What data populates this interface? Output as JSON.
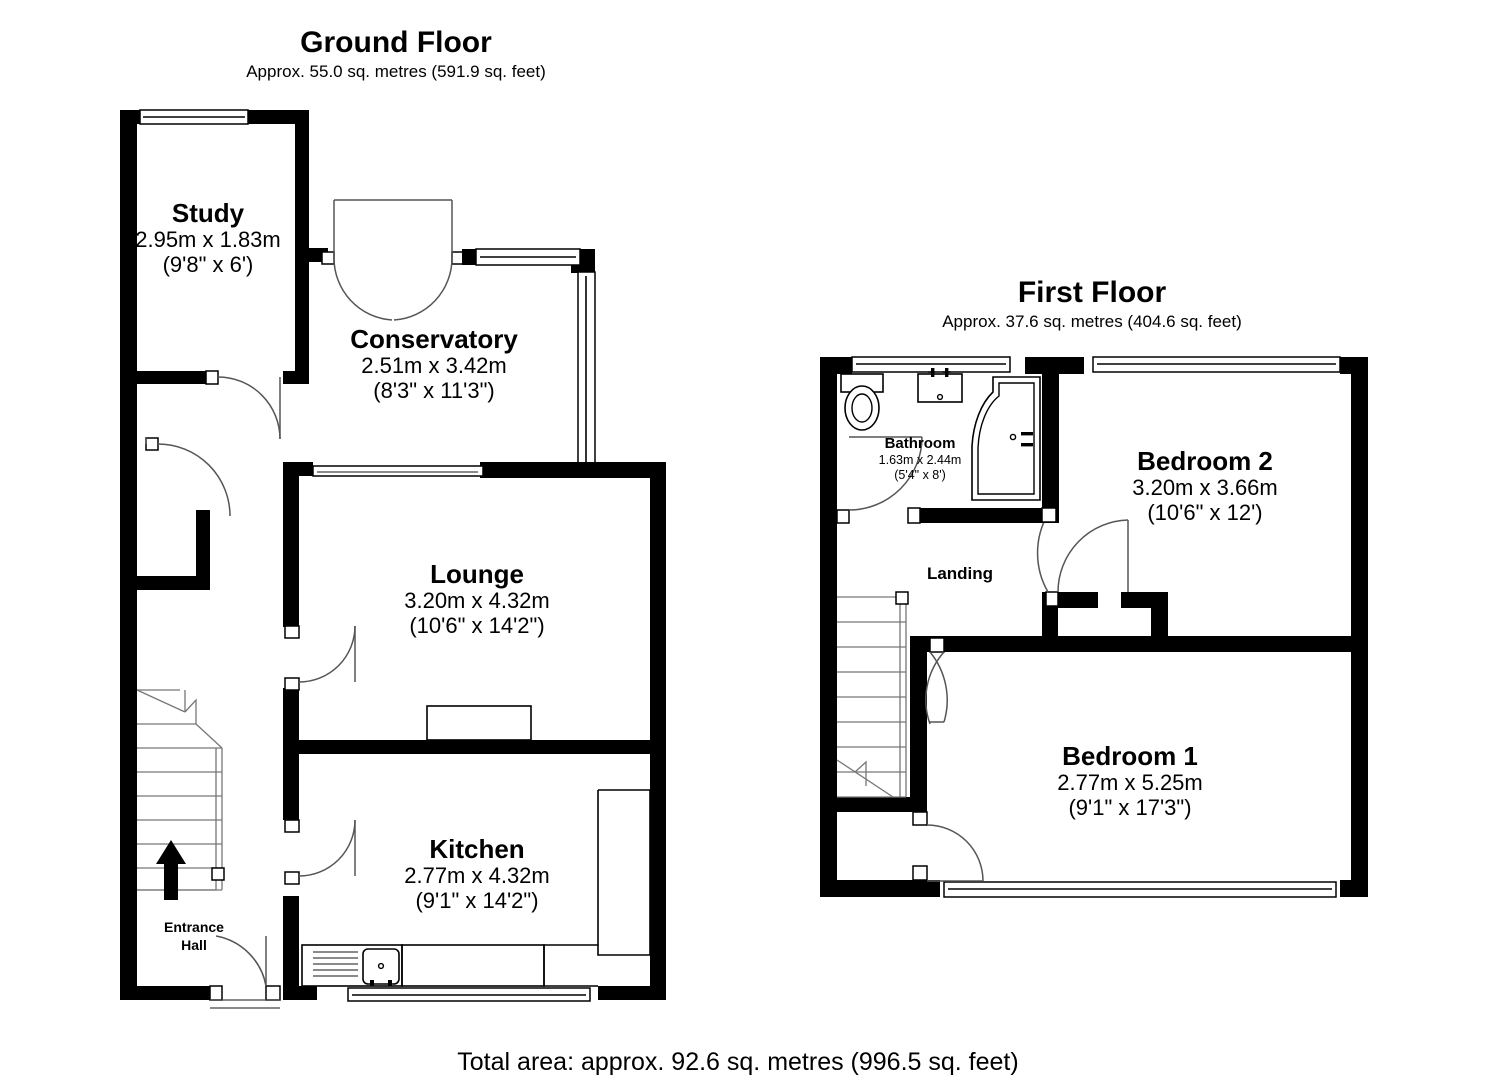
{
  "document": {
    "type": "floor-plan",
    "total_area_label": "Total area: approx. 92.6 sq. metres (996.5 sq. feet)"
  },
  "floors": [
    {
      "id": "ground",
      "title": "Ground Floor",
      "subtitle": "Approx. 55.0 sq. metres (591.9 sq. feet)",
      "rooms": [
        {
          "id": "study",
          "name": "Study",
          "dim_metric": "2.95m x 1.83m",
          "dim_imperial": "(9'8\" x 6')"
        },
        {
          "id": "conservatory",
          "name": "Conservatory",
          "dim_metric": "2.51m x 3.42m",
          "dim_imperial": "(8'3\" x 11'3\")"
        },
        {
          "id": "lounge",
          "name": "Lounge",
          "dim_metric": "3.20m x 4.32m",
          "dim_imperial": "(10'6\" x 14'2\")"
        },
        {
          "id": "kitchen",
          "name": "Kitchen",
          "dim_metric": "2.77m x 4.32m",
          "dim_imperial": "(9'1\" x 14'2\")"
        }
      ],
      "plain_labels": [
        {
          "id": "entrance-hall-line1",
          "text": "Entrance"
        },
        {
          "id": "entrance-hall-line2",
          "text": "Hall"
        }
      ]
    },
    {
      "id": "first",
      "title": "First Floor",
      "subtitle": "Approx. 37.6 sq. metres (404.6 sq. feet)",
      "rooms": [
        {
          "id": "bathroom",
          "name": "Bathroom",
          "dim_metric": "1.63m x 2.44m",
          "dim_imperial": "(5'4\" x 8')"
        },
        {
          "id": "bedroom2",
          "name": "Bedroom 2",
          "dim_metric": "3.20m x 3.66m",
          "dim_imperial": "(10'6\" x 12')"
        },
        {
          "id": "bedroom1",
          "name": "Bedroom 1",
          "dim_metric": "2.77m x 5.25m",
          "dim_imperial": "(9'1\" x 17'3\")"
        }
      ],
      "plain_labels": [
        {
          "id": "landing",
          "text": "Landing"
        }
      ]
    }
  ],
  "colors": {
    "wall": "#000000",
    "background": "#ffffff",
    "fixture_stroke": "#000000",
    "door_swing": "#555555"
  }
}
